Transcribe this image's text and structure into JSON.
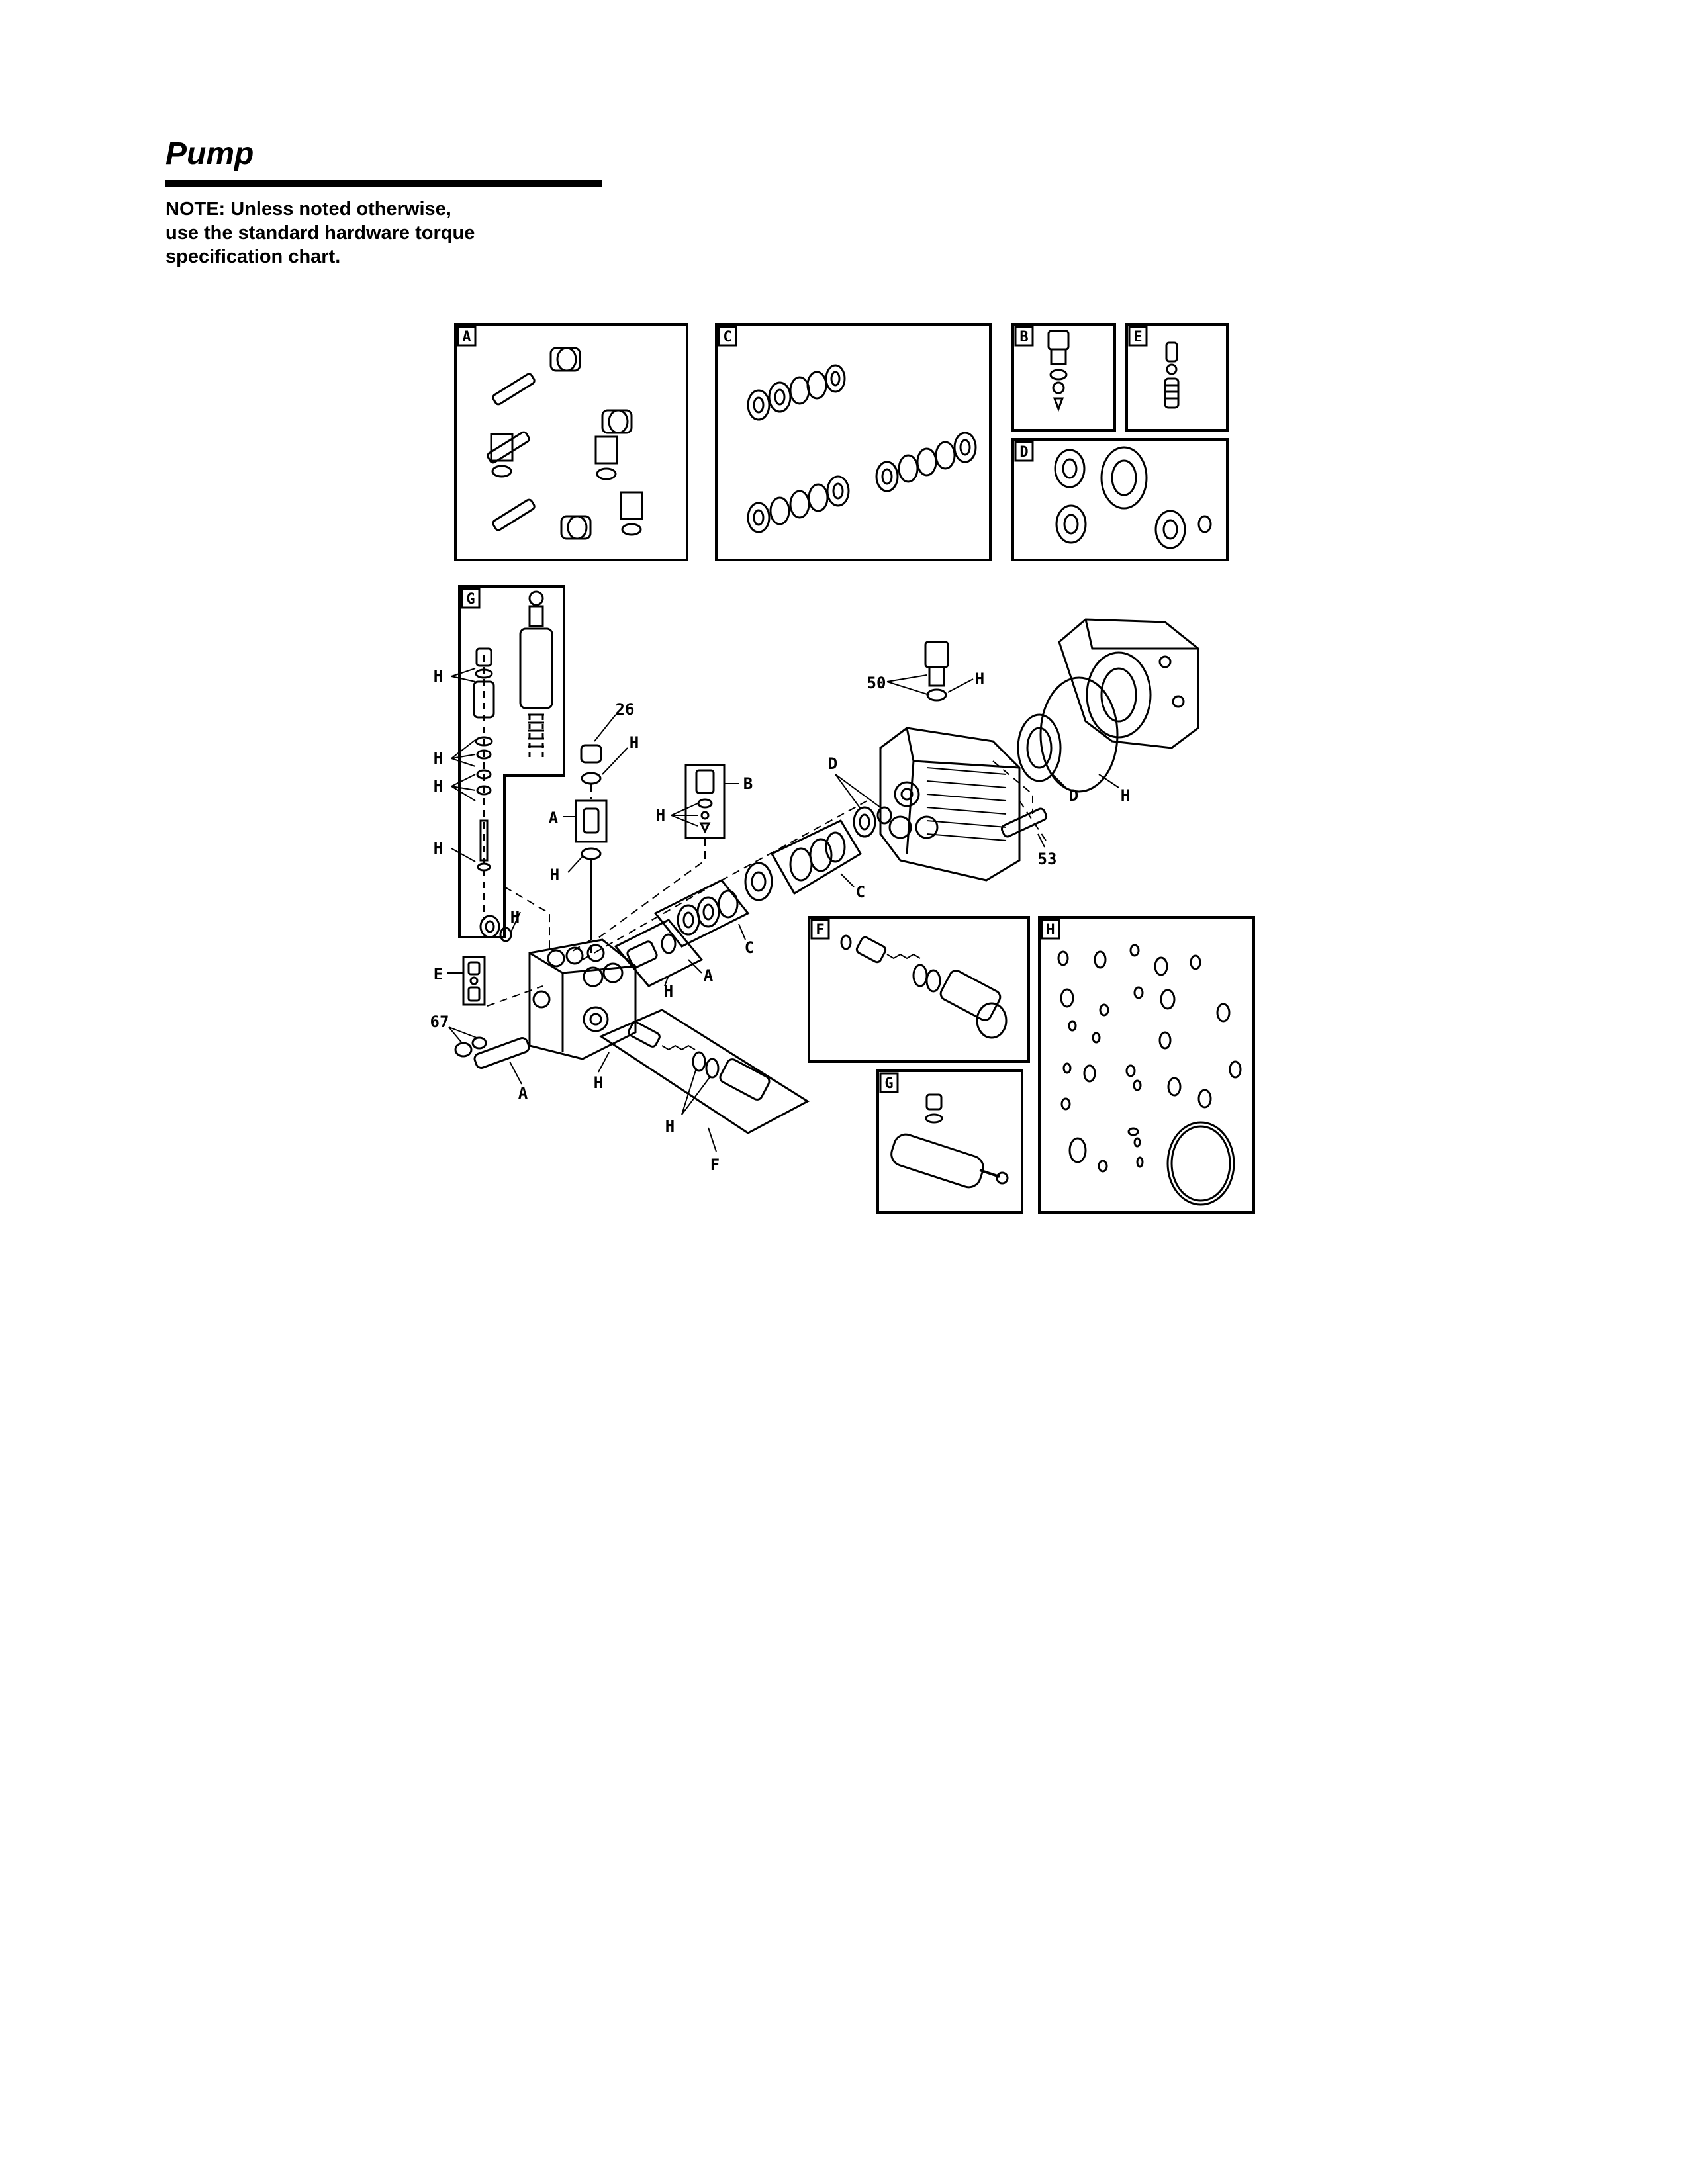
{
  "page": {
    "title": "Pump",
    "note_lines": [
      "NOTE: Unless noted otherwise,",
      "use the standard hardware torque",
      "specification chart."
    ]
  },
  "kit_labels": {
    "A": "A",
    "B": "B",
    "C": "C",
    "D": "D",
    "E": "E",
    "F": "F",
    "G": "G",
    "H": "H"
  },
  "callouts": {
    "c26": "26",
    "c50": "50",
    "c53": "53",
    "c67": "67"
  }
}
